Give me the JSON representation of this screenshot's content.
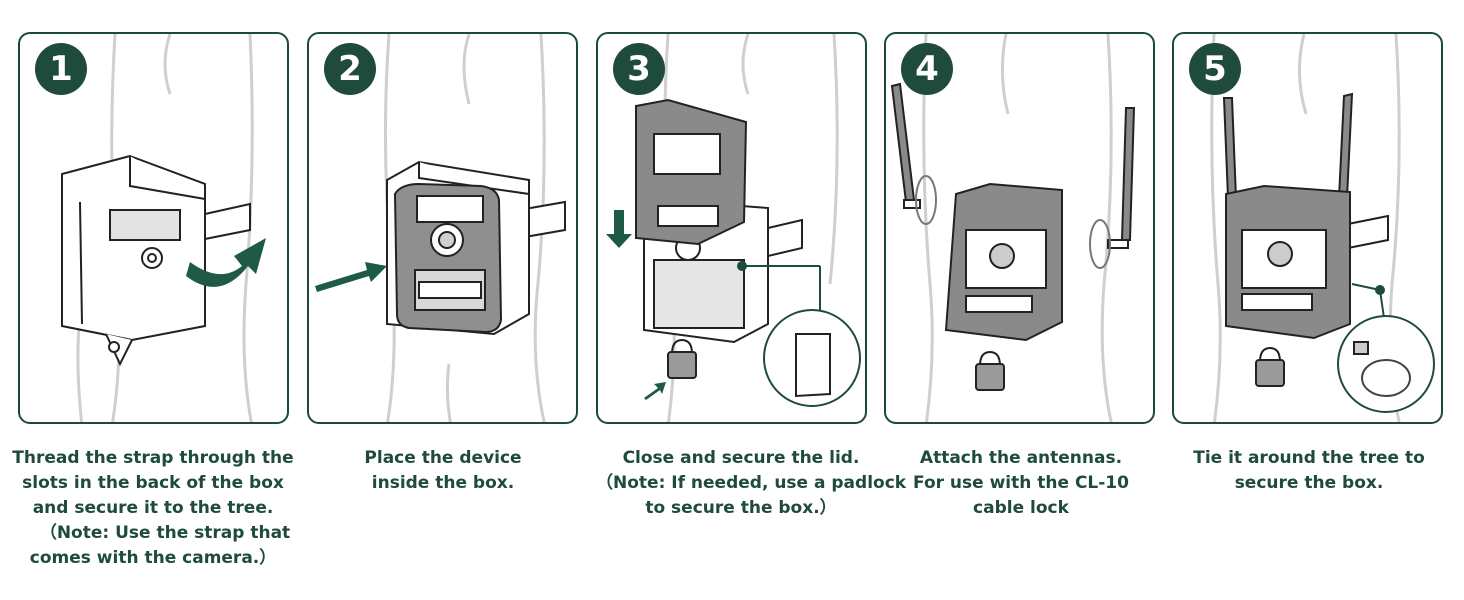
{
  "colors": {
    "brand_green": "#1e4b3d",
    "arrow_green": "#1f5a45",
    "tree_gray": "#cfcfcf",
    "line_dark": "#222222"
  },
  "steps": [
    {
      "number": "1",
      "caption": [
        "Thread the strap through the",
        "slots in the back of the box",
        "and secure it to the tree.",
        "（Note: Use the strap that",
        "comes with the camera.）"
      ]
    },
    {
      "number": "2",
      "caption": [
        "Place the device",
        "inside the box."
      ]
    },
    {
      "number": "3",
      "caption": [
        "Close and secure the lid.",
        "（Note: If needed, use a padlock",
        "to secure the box.）"
      ]
    },
    {
      "number": "4",
      "caption": [
        "Attach the antennas.",
        "For use with the CL-10",
        "cable lock"
      ]
    },
    {
      "number": "5",
      "caption": [
        "Tie it around the tree to",
        "secure the box."
      ]
    }
  ]
}
